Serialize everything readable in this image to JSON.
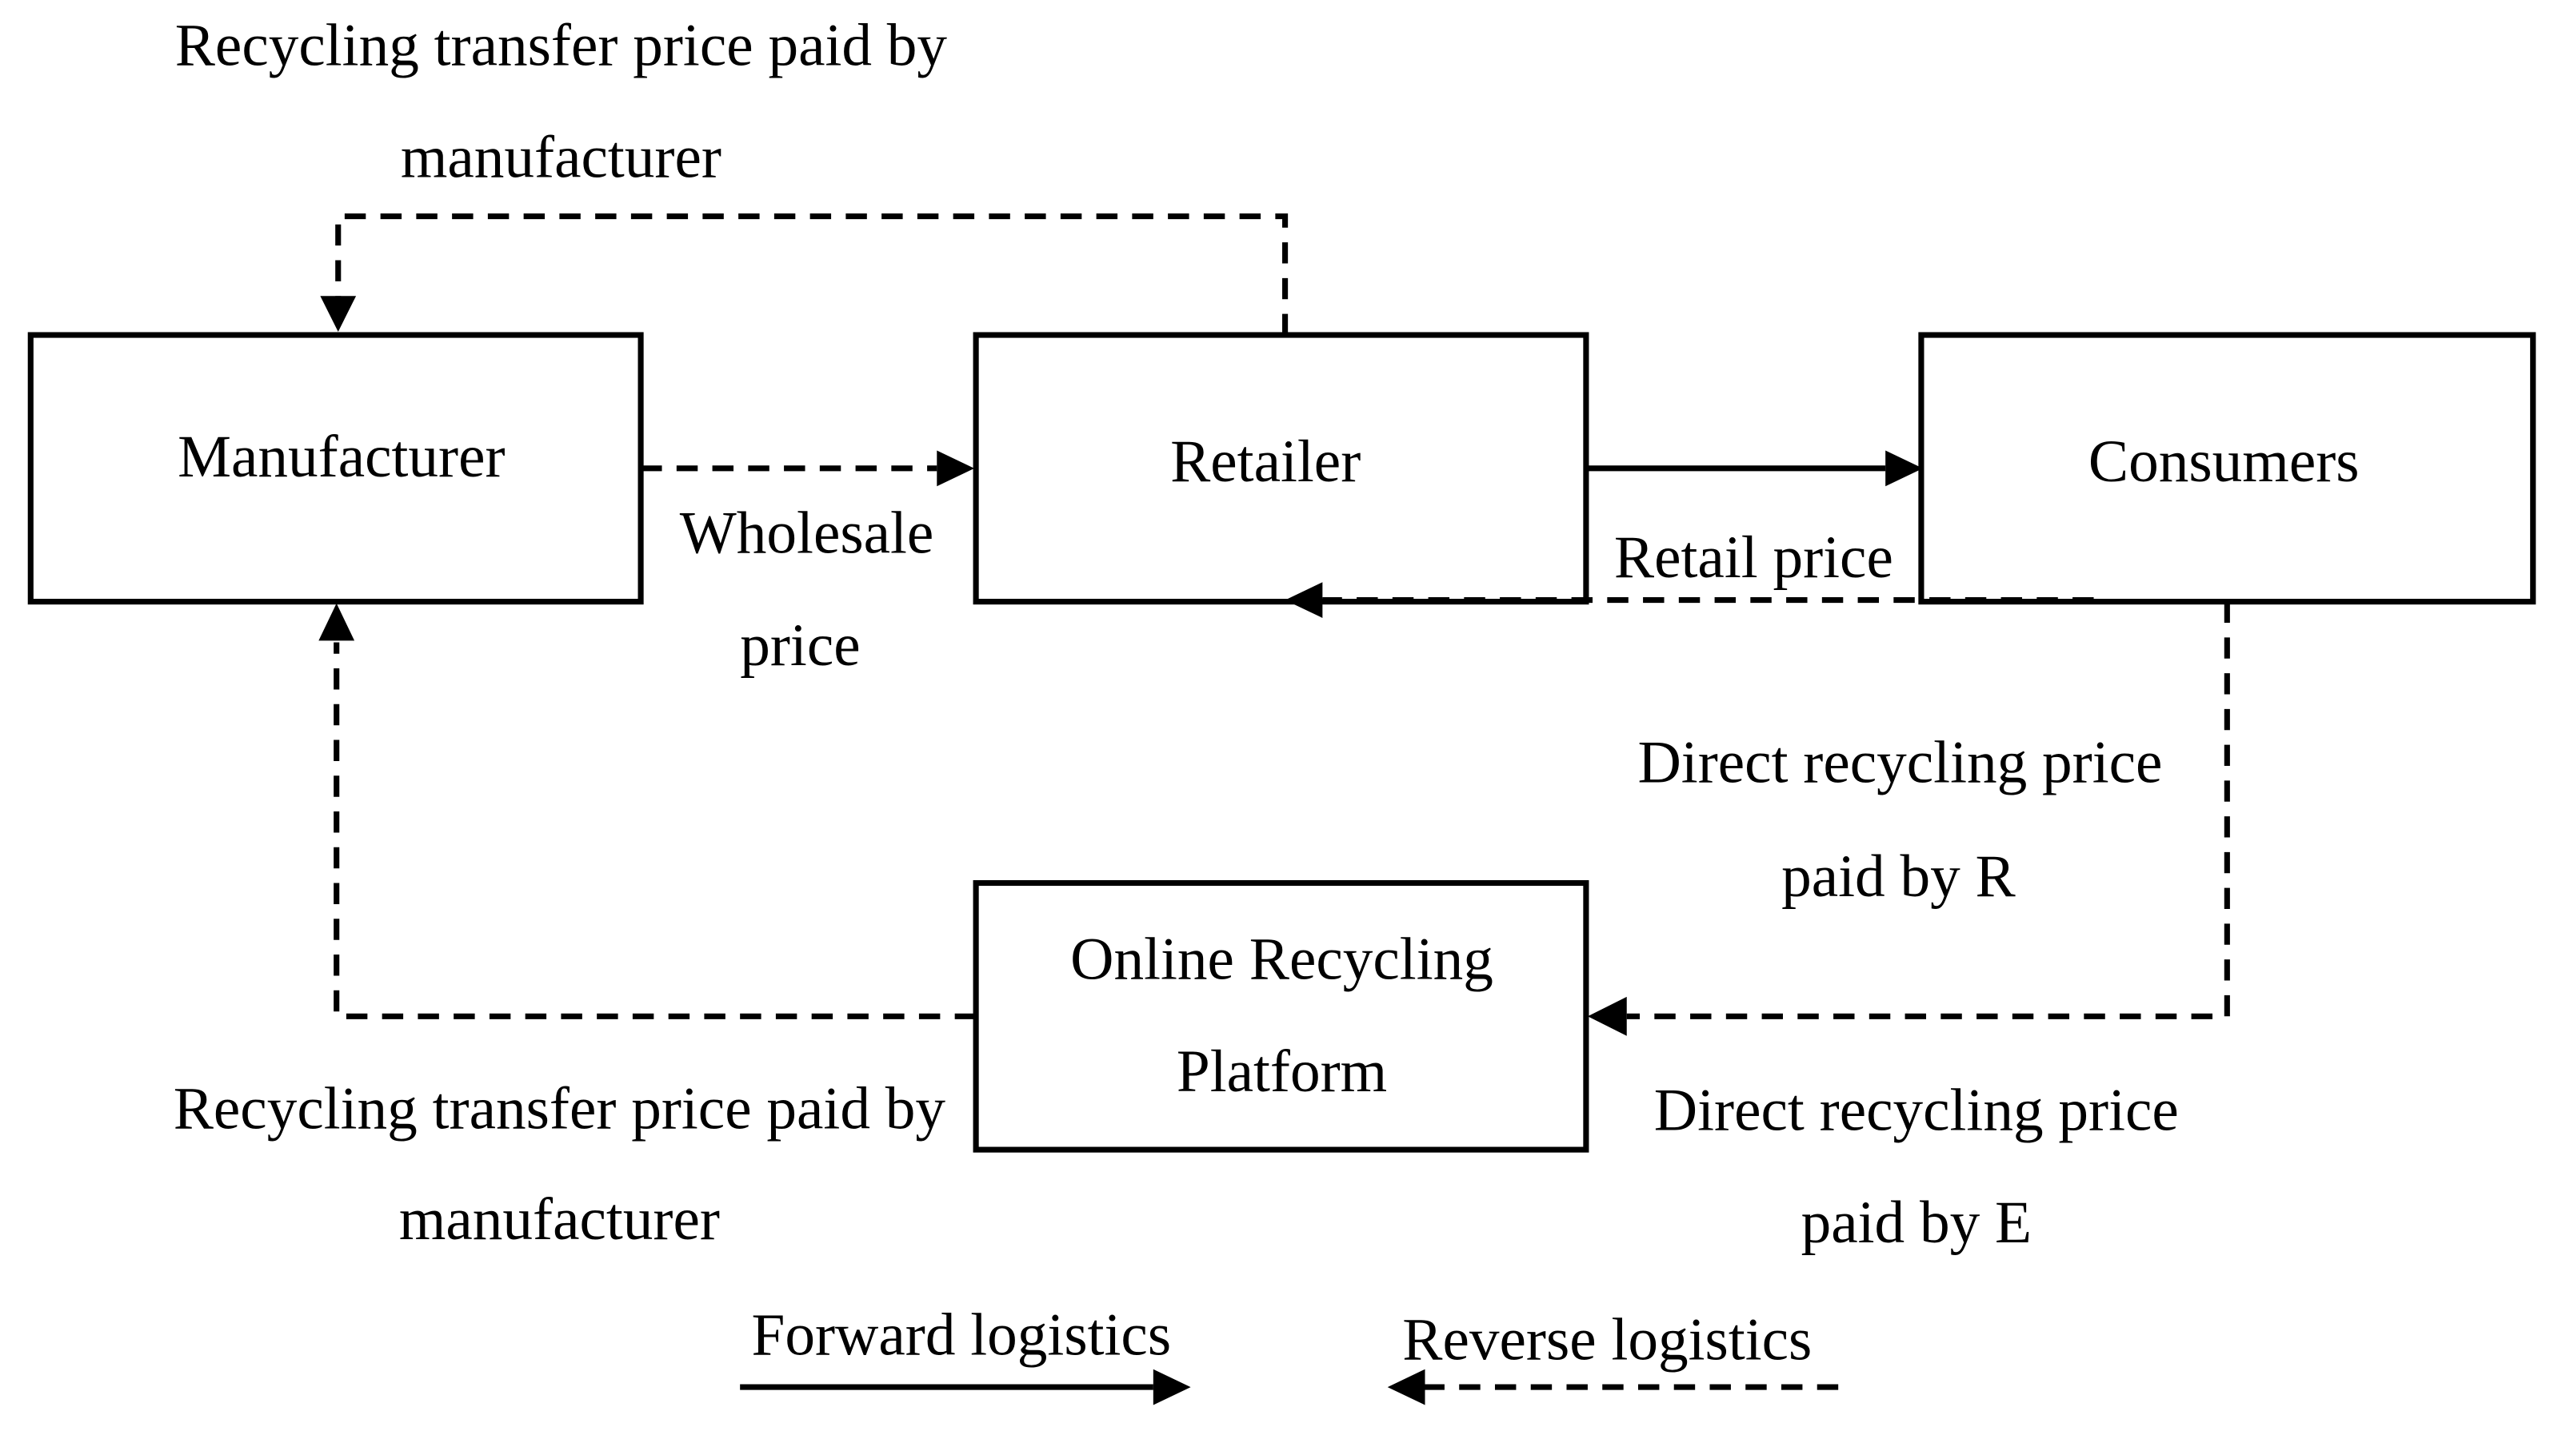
{
  "nodes": {
    "manufacturer": "Manufacturer",
    "retailer": "Retailer",
    "consumers": "Consumers",
    "platform_line1": "Online Recycling",
    "platform_line2": "Platform"
  },
  "edge_labels": {
    "top_transfer_line1": "Recycling transfer price paid by",
    "top_transfer_line2": "manufacturer",
    "wholesale_line1": "Wholesale",
    "wholesale_line2": "price",
    "retail_price": "Retail price",
    "direct_r_line1": "Direct recycling price",
    "direct_r_line2": "paid by R",
    "bottom_transfer_line1": "Recycling transfer price paid by",
    "bottom_transfer_line2": "manufacturer",
    "direct_e_line1": "Direct recycling price",
    "direct_e_line2": "paid by E"
  },
  "legend": {
    "forward": "Forward logistics",
    "reverse": "Reverse logistics"
  },
  "colors": {
    "line": "#000000",
    "background": "#ffffff"
  }
}
